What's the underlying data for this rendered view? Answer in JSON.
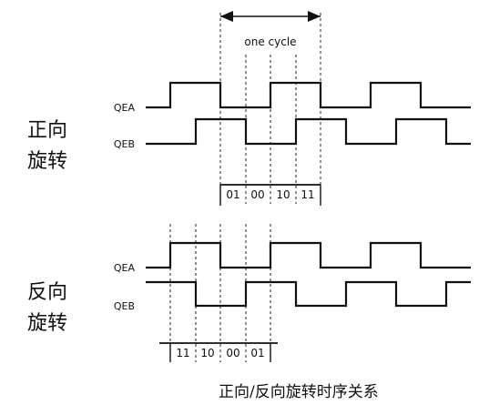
{
  "diagram": {
    "cycle_label": "one cycle",
    "forward": {
      "label_line1": "正向",
      "label_line2": "旋转",
      "signal_a": "QEA",
      "signal_b": "QEB",
      "states": [
        "01",
        "00",
        "10",
        "11"
      ]
    },
    "reverse": {
      "label_line1": "反向",
      "label_line2": "旋转",
      "signal_a": "QEA",
      "signal_b": "QEB",
      "states": [
        "11",
        "10",
        "00",
        "01"
      ]
    },
    "caption": "正向/反向旋转时序关系"
  }
}
